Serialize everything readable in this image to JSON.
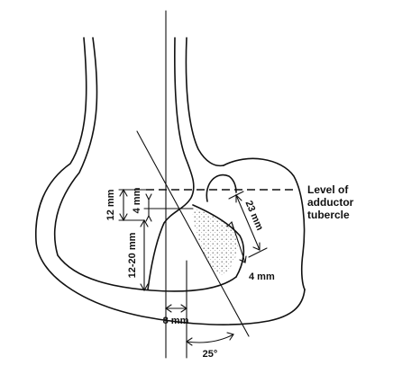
{
  "labels": {
    "level_line1": "Level of",
    "level_line2": "adductor",
    "level_line3": "tubercle",
    "dim_12mm": "12 mm",
    "dim_4mm_left": "4 mm",
    "dim_12_20mm": "12-20 mm",
    "dim_23mm": "23 mm",
    "dim_4mm_right": "4 mm",
    "dim_8mm": "8 mm",
    "angle_25": "25°"
  }
}
